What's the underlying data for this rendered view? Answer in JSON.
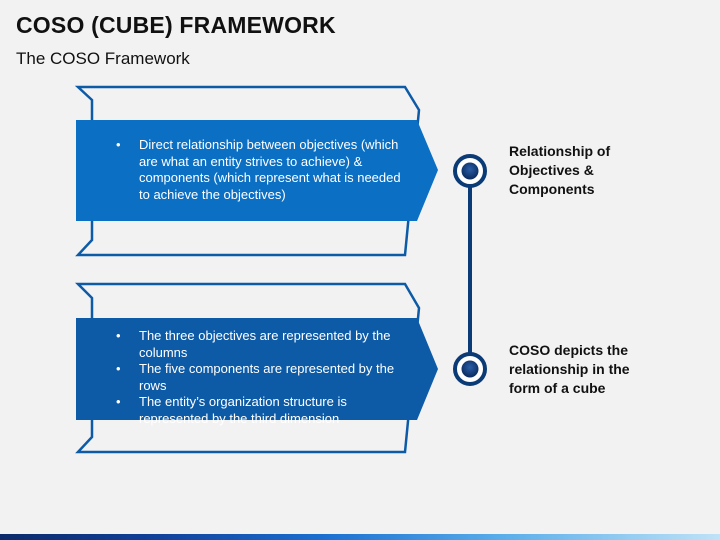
{
  "header": {
    "title": "COSO (CUBE) FRAMEWORK",
    "subtitle": "The COSO Framework"
  },
  "colors": {
    "background": "#f2f2f2",
    "panel_top": "#0b6fc4",
    "panel_bottom": "#0d5ba7",
    "outline": "#0d5ba7",
    "timeline": "#0a3b76"
  },
  "panels": [
    {
      "bullets": [
        "Direct relationship between objectives (which are what an entity strives to achieve) & components (which represent what is needed to achieve the objectives)"
      ],
      "label": "Relationship of Objectives & Components",
      "icon": "ring-node-icon"
    },
    {
      "bullets": [
        "The three objectives are represented by the columns",
        "The five components are represented by the rows",
        "The entity’s organization structure is represented by the third dimension"
      ],
      "label": "COSO depicts the relationship in the form of a cube",
      "icon": "ring-node-icon"
    }
  ]
}
